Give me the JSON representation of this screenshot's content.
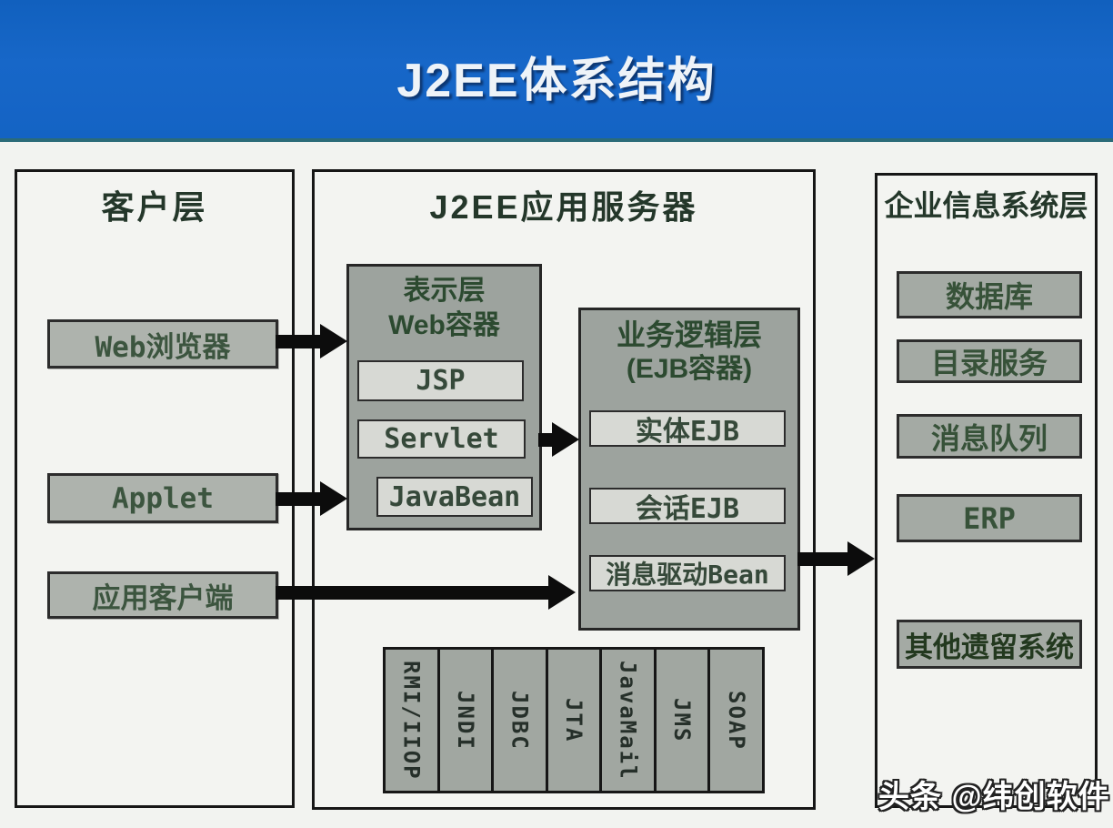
{
  "slide": {
    "title": "J2EE体系结构",
    "watermark": "头条 @纬创软件"
  },
  "client_tier": {
    "title": "客户层",
    "items": [
      "Web浏览器",
      "Applet",
      "应用客户端"
    ]
  },
  "server_tier": {
    "title": "J2EE应用服务器",
    "web_container": {
      "title_line1": "表示层",
      "title_line2": "Web容器",
      "items": [
        "JSP",
        "Servlet",
        "JavaBean"
      ]
    },
    "ejb_container": {
      "title_line1": "业务逻辑层",
      "title_line2": "(EJB容器)",
      "items": [
        "实体EJB",
        "会话EJB",
        "消息驱动Bean"
      ]
    },
    "apis": [
      "RMI/IIOP",
      "JNDI",
      "JDBC",
      "JTA",
      "JavaMail",
      "JMS",
      "SOAP"
    ]
  },
  "eis_tier": {
    "title": "企业信息系统层",
    "items": [
      "数据库",
      "目录服务",
      "消息队列",
      "ERP",
      "其他遗留系统"
    ]
  },
  "colors": {
    "header_blue": "#1565c6",
    "container_gray": "#9da39e",
    "node_gray": "#aeb3ad",
    "inner_light": "#d7d9d4",
    "text_green": "#3c553f",
    "border_dark": "#161616",
    "arrow_black": "#0c0c0c"
  }
}
